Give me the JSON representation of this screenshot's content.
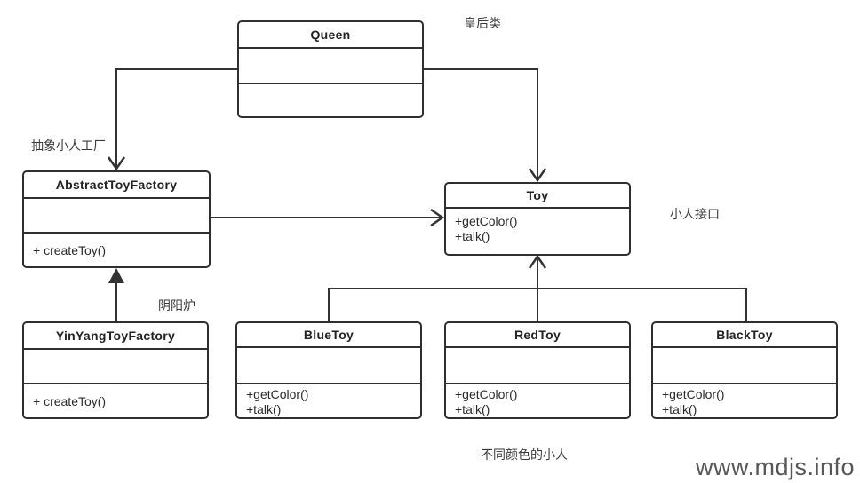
{
  "diagram": {
    "classes": {
      "queen": {
        "name": "Queen",
        "attributes": [],
        "methods": []
      },
      "abstract_factory": {
        "name": "AbstractToyFactory",
        "attributes": [],
        "methods": [
          "+ createToy()"
        ]
      },
      "toy": {
        "name": "Toy",
        "attributes": [],
        "methods": [
          "+getColor()",
          "+talk()"
        ]
      },
      "yinyang_factory": {
        "name": "YinYangToyFactory",
        "attributes": [],
        "methods": [
          "+ createToy()"
        ]
      },
      "blue_toy": {
        "name": "BlueToy",
        "attributes": [],
        "methods": [
          "+getColor()",
          "+talk()"
        ]
      },
      "red_toy": {
        "name": "RedToy",
        "attributes": [],
        "methods": [
          "+getColor()",
          "+talk()"
        ]
      },
      "black_toy": {
        "name": "BlackToy",
        "attributes": [],
        "methods": [
          "+getColor()",
          "+talk()"
        ]
      }
    },
    "annotations": {
      "queen_note": "皇后类",
      "abstract_factory_note": "抽象小人工厂",
      "toy_note": "小人接口",
      "yinyang_note": "阴阳炉",
      "toys_note": "不同颜色的小人"
    },
    "watermark": "www.mdjs.info",
    "colors": {
      "line": "#333333",
      "box_border": "#2f2f2f",
      "box_fill": "#ffffff",
      "text": "#2b2b2b",
      "annotation": "#3a3a3a",
      "watermark": "#575757",
      "background": "#ffffff"
    }
  }
}
